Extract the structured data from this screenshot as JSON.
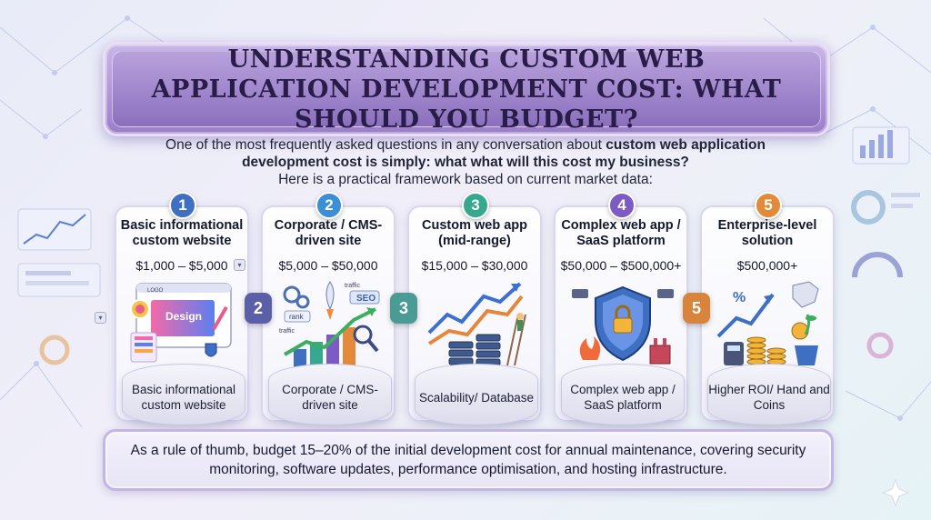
{
  "title": "UNDERSTANDING CUSTOM WEB APPLICATION DEVELOPMENT COST: WHAT SHOULD YOU BUDGET?",
  "intro": {
    "line1_plain": "One of the most frequently asked questions in any conversation about ",
    "line1_bold": "custom web application development cost is simply: what what will this cost my business?",
    "line2": "Here is a practical framework based on current market data:"
  },
  "cards": [
    {
      "number": "1",
      "title": "Basic informational custom website",
      "price": "$1,000 – $5,000",
      "pedestal": "Basic informational custom website",
      "color": "#3f6fc2"
    },
    {
      "number": "2",
      "title": "Corporate / CMS-driven site",
      "price": "$5,000 – $50,000",
      "pedestal": "Corporate / CMS-driven site",
      "color": "#3c8fd6"
    },
    {
      "number": "3",
      "title": "Custom web app (mid-range)",
      "price": "$15,000 – $30,000",
      "pedestal": "Scalability/ Database",
      "color": "#36a890"
    },
    {
      "number": "4",
      "title": "Complex web app / SaaS platform",
      "price": "$50,000 – $500,000+",
      "pedestal": "Complex web app / SaaS platform",
      "color": "#7d5bc4"
    },
    {
      "number": "5",
      "title": "Enterprise-level solution",
      "price": "$500,000+",
      "pedestal": "Higher ROI/ Hand and Coins",
      "color": "#e28a3a"
    }
  ],
  "connectors": [
    {
      "number": "2",
      "color": "#5a5fa8"
    },
    {
      "number": "3",
      "color": "#4a9b93"
    },
    {
      "number": "5",
      "color": "#d8843c"
    }
  ],
  "illustration_text": {
    "logo": "LOGO",
    "design": "Design",
    "seo": "SEO",
    "rank": "rank",
    "traffic": "traffic"
  },
  "footer": "As a rule of thumb, budget 15–20% of the initial development cost for annual maintenance, covering security monitoring, software updates, performance optimisation, and hosting infrastructure.",
  "colors": {
    "title_bg": "#9a7fc9",
    "accent_purple": "#7d5bc4",
    "accent_teal": "#36a890",
    "accent_orange": "#e28a3a"
  }
}
